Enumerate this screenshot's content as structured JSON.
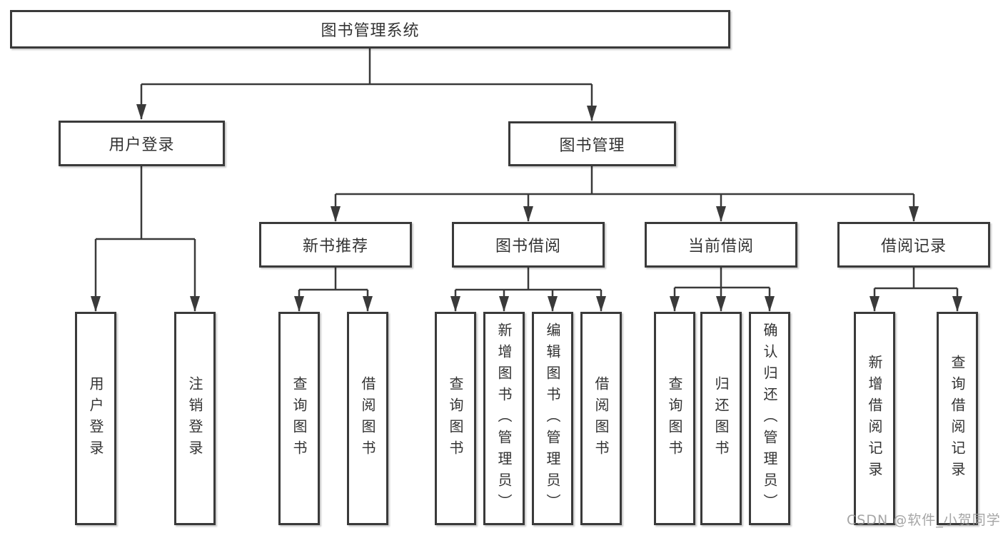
{
  "diagram": {
    "tree": {
      "root": "图书管理系统",
      "children": [
        {
          "label": "用户登录",
          "children": [
            "用户登录",
            "注销登录"
          ]
        },
        {
          "label": "图书管理",
          "children": [
            {
              "label": "新书推荐",
              "children": [
                "查询图书",
                "借阅图书"
              ]
            },
            {
              "label": "图书借阅",
              "children": [
                "查询图书",
                "新增图书（管理员）",
                "编辑图书（管理员）",
                "借阅图书"
              ]
            },
            {
              "label": "当前借阅",
              "children": [
                "查询图书",
                "归还图书",
                "确认归还（管理员）"
              ]
            },
            {
              "label": "借阅记录",
              "children": [
                "新增借阅记录",
                "查询借阅记录"
              ]
            }
          ]
        }
      ]
    },
    "colors": {
      "line": "#3a3a3a",
      "box_border": "#3a3a3a",
      "box_fill": "#ffffff",
      "text": "#333333",
      "watermark": "#989898",
      "background": "#ffffff"
    }
  },
  "watermark": "CSDN @软件_小贺同学"
}
